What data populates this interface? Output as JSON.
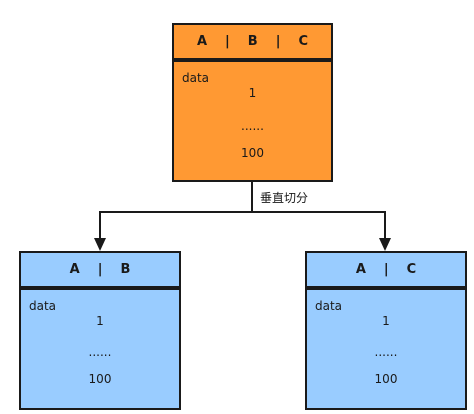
{
  "source_table": {
    "columns": [
      "A",
      "B",
      "C"
    ],
    "label": "data",
    "rows": [
      "1",
      "......",
      "100"
    ]
  },
  "left_table": {
    "columns": [
      "A",
      "B"
    ],
    "label": "data",
    "rows": [
      "1",
      "......",
      "100"
    ]
  },
  "right_table": {
    "columns": [
      "A",
      "C"
    ],
    "label": "data",
    "rows": [
      "1",
      "......",
      "100"
    ]
  },
  "edge_label": "垂直切分",
  "colors": {
    "source_fill": "#ff9933",
    "target_fill": "#99ccff",
    "line": "#1a1a1a"
  }
}
